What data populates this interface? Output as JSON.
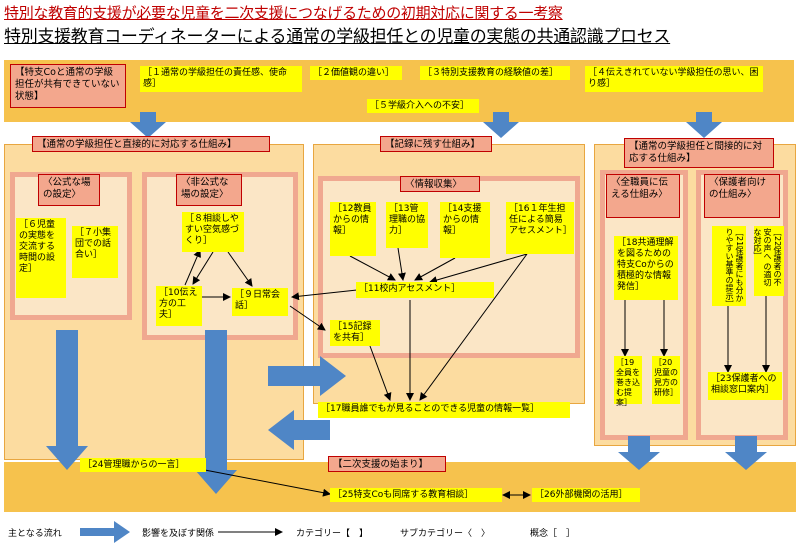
{
  "title": {
    "line1": "特別な教育的支援が必要な児童を二次支援につなげるための初期対応に関する一考察",
    "line2": "特別支援教育コーディネーターによる通常の学級担任との児童の実態の共通認識プロセス"
  },
  "top": {
    "category": "【特支Coと通常の学級担任が共有できていない状態】",
    "concepts": [
      "［１通常の学級担任の責任感、使命感］",
      "［２価値観の違い］",
      "［３特別支援教育の経験値の差］",
      "［４伝えきれていない学級担任の思い、困り感］",
      "［５学級介入への不安］"
    ]
  },
  "left": {
    "category": "【通常の学級担任と直接的に対応する仕組み】",
    "sub_formal": "〈公式な場の設定〉",
    "sub_informal": "〈非公式な場の設定〉",
    "c6": "［６児童の実態を交流する時間の設定］",
    "c7": "［７小集団での話合い］",
    "c8": "［８相談しやすい空気感づくり］",
    "c9": "［９日常会話］",
    "c10": "［10伝え方の工夫］"
  },
  "middle": {
    "category": "【記録に残す仕組み】",
    "sub_info": "〈情報収集〉",
    "c12": "［12教員からの情報］",
    "c13": "［13管理職の協力］",
    "c14": "［14支援からの情報］",
    "c16": "［16１年生担任による簡易アセスメント］",
    "c11": "［11校内アセスメント］",
    "c15": "［15記録を共有］",
    "c17": "［17職員誰でもが見ることのできる児童の情報一覧］"
  },
  "right": {
    "category": "【通常の学級担任と間接的に対応する仕組み】",
    "sub_all": "〈全職員に伝える仕組み〉",
    "sub_parents": "〈保護者向けの仕組み〉",
    "c18": "［18共通理解を図るための特支Coからの積極的な情報発信］",
    "c19": "［19全員を巻き込む提案］",
    "c20": "［20児童の見方の研修］",
    "c21": "［21保護者にも分かりやすい基準の提示］",
    "c22": "［22保護者の不安の声へ の適切な対応］",
    "c23": "［23保護者への相談窓口案内］"
  },
  "bottom": {
    "category": "【二次支援の始まり】",
    "c24": "［24管理職からの一言］",
    "c25": "［25特支Coも同席する教育相談］",
    "c26": "［26外部機関の活用］"
  },
  "legend": {
    "main_flow": "主となる流れ",
    "influence": "影響を及ぼす関係",
    "category": "カテゴリー【　】",
    "subcategory": "サブカテゴリー〈　〉",
    "concept": "概念［　］"
  },
  "colors": {
    "band": "#f6c24d",
    "panel": "#fcdca0",
    "sub_border": "#f0a890",
    "concept": "#ffff00",
    "category": "#f3a78d",
    "flow_arrow": "#4f86c6"
  }
}
